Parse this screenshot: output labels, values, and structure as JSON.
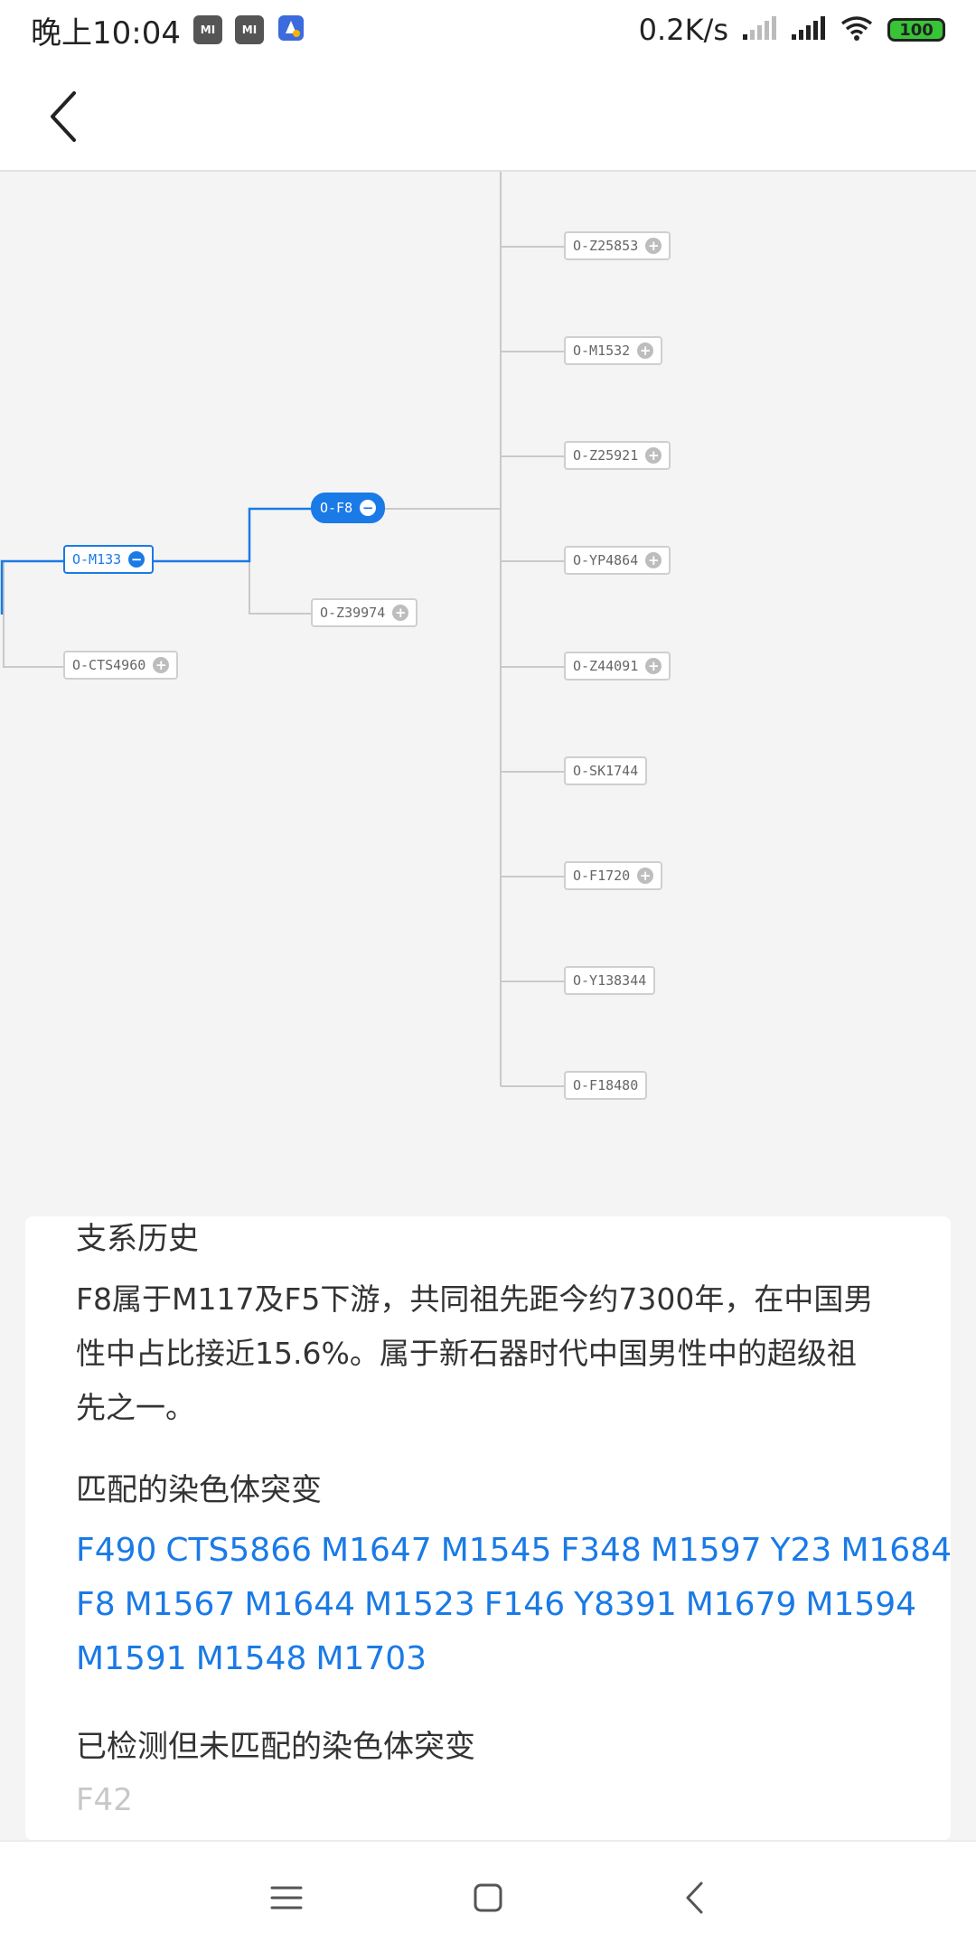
{
  "status_bar": {
    "time": "晚上10:04",
    "net_speed": "0.2K/s",
    "battery": "100",
    "notif_icon_1": "MI",
    "notif_icon_2": "MI"
  },
  "header": {
    "back_icon": "chevron-left-icon"
  },
  "tree": {
    "root": {
      "label": "O-M133"
    },
    "root_sibling": {
      "label": "O-CTS4960"
    },
    "branch": {
      "label": "O-F8"
    },
    "branch_sibling": {
      "label": "O-Z39974"
    },
    "children": [
      {
        "label": "O-Z25853",
        "expandable": true
      },
      {
        "label": "O-M1532",
        "expandable": true
      },
      {
        "label": "O-Z25921",
        "expandable": true
      },
      {
        "label": "O-YP4864",
        "expandable": true
      },
      {
        "label": "O-Z44091",
        "expandable": true
      },
      {
        "label": "O-SK1744",
        "expandable": false
      },
      {
        "label": "O-F1720",
        "expandable": true
      },
      {
        "label": "O-Y138344",
        "expandable": false
      },
      {
        "label": "O-F18480",
        "expandable": false
      }
    ]
  },
  "card": {
    "history_title": "支系历史",
    "history_line1": "F8属于M117及F5下游，共同祖先距今约7300年，在中国男",
    "history_line2": "性中占比接近15.6%。属于新石器时代中国男性中的超级祖",
    "history_line3": "先之一。",
    "matched_title": "匹配的染色体突变",
    "matched_mutations": [
      "F490",
      "CTS5866",
      "M1647",
      "M1545",
      "F348",
      "M1597",
      "Y23",
      "M1684",
      "F8",
      "M1567",
      "M1644",
      "M1523",
      "F146",
      "Y8391",
      "M1679",
      "M1594",
      "M1591",
      "M1548",
      "M1703"
    ],
    "unmatched_title": "已检测但未匹配的染色体突变",
    "unmatched_first": "F42"
  },
  "colors": {
    "accent": "#1a7ae6",
    "line_gray": "#c9c9c9"
  }
}
